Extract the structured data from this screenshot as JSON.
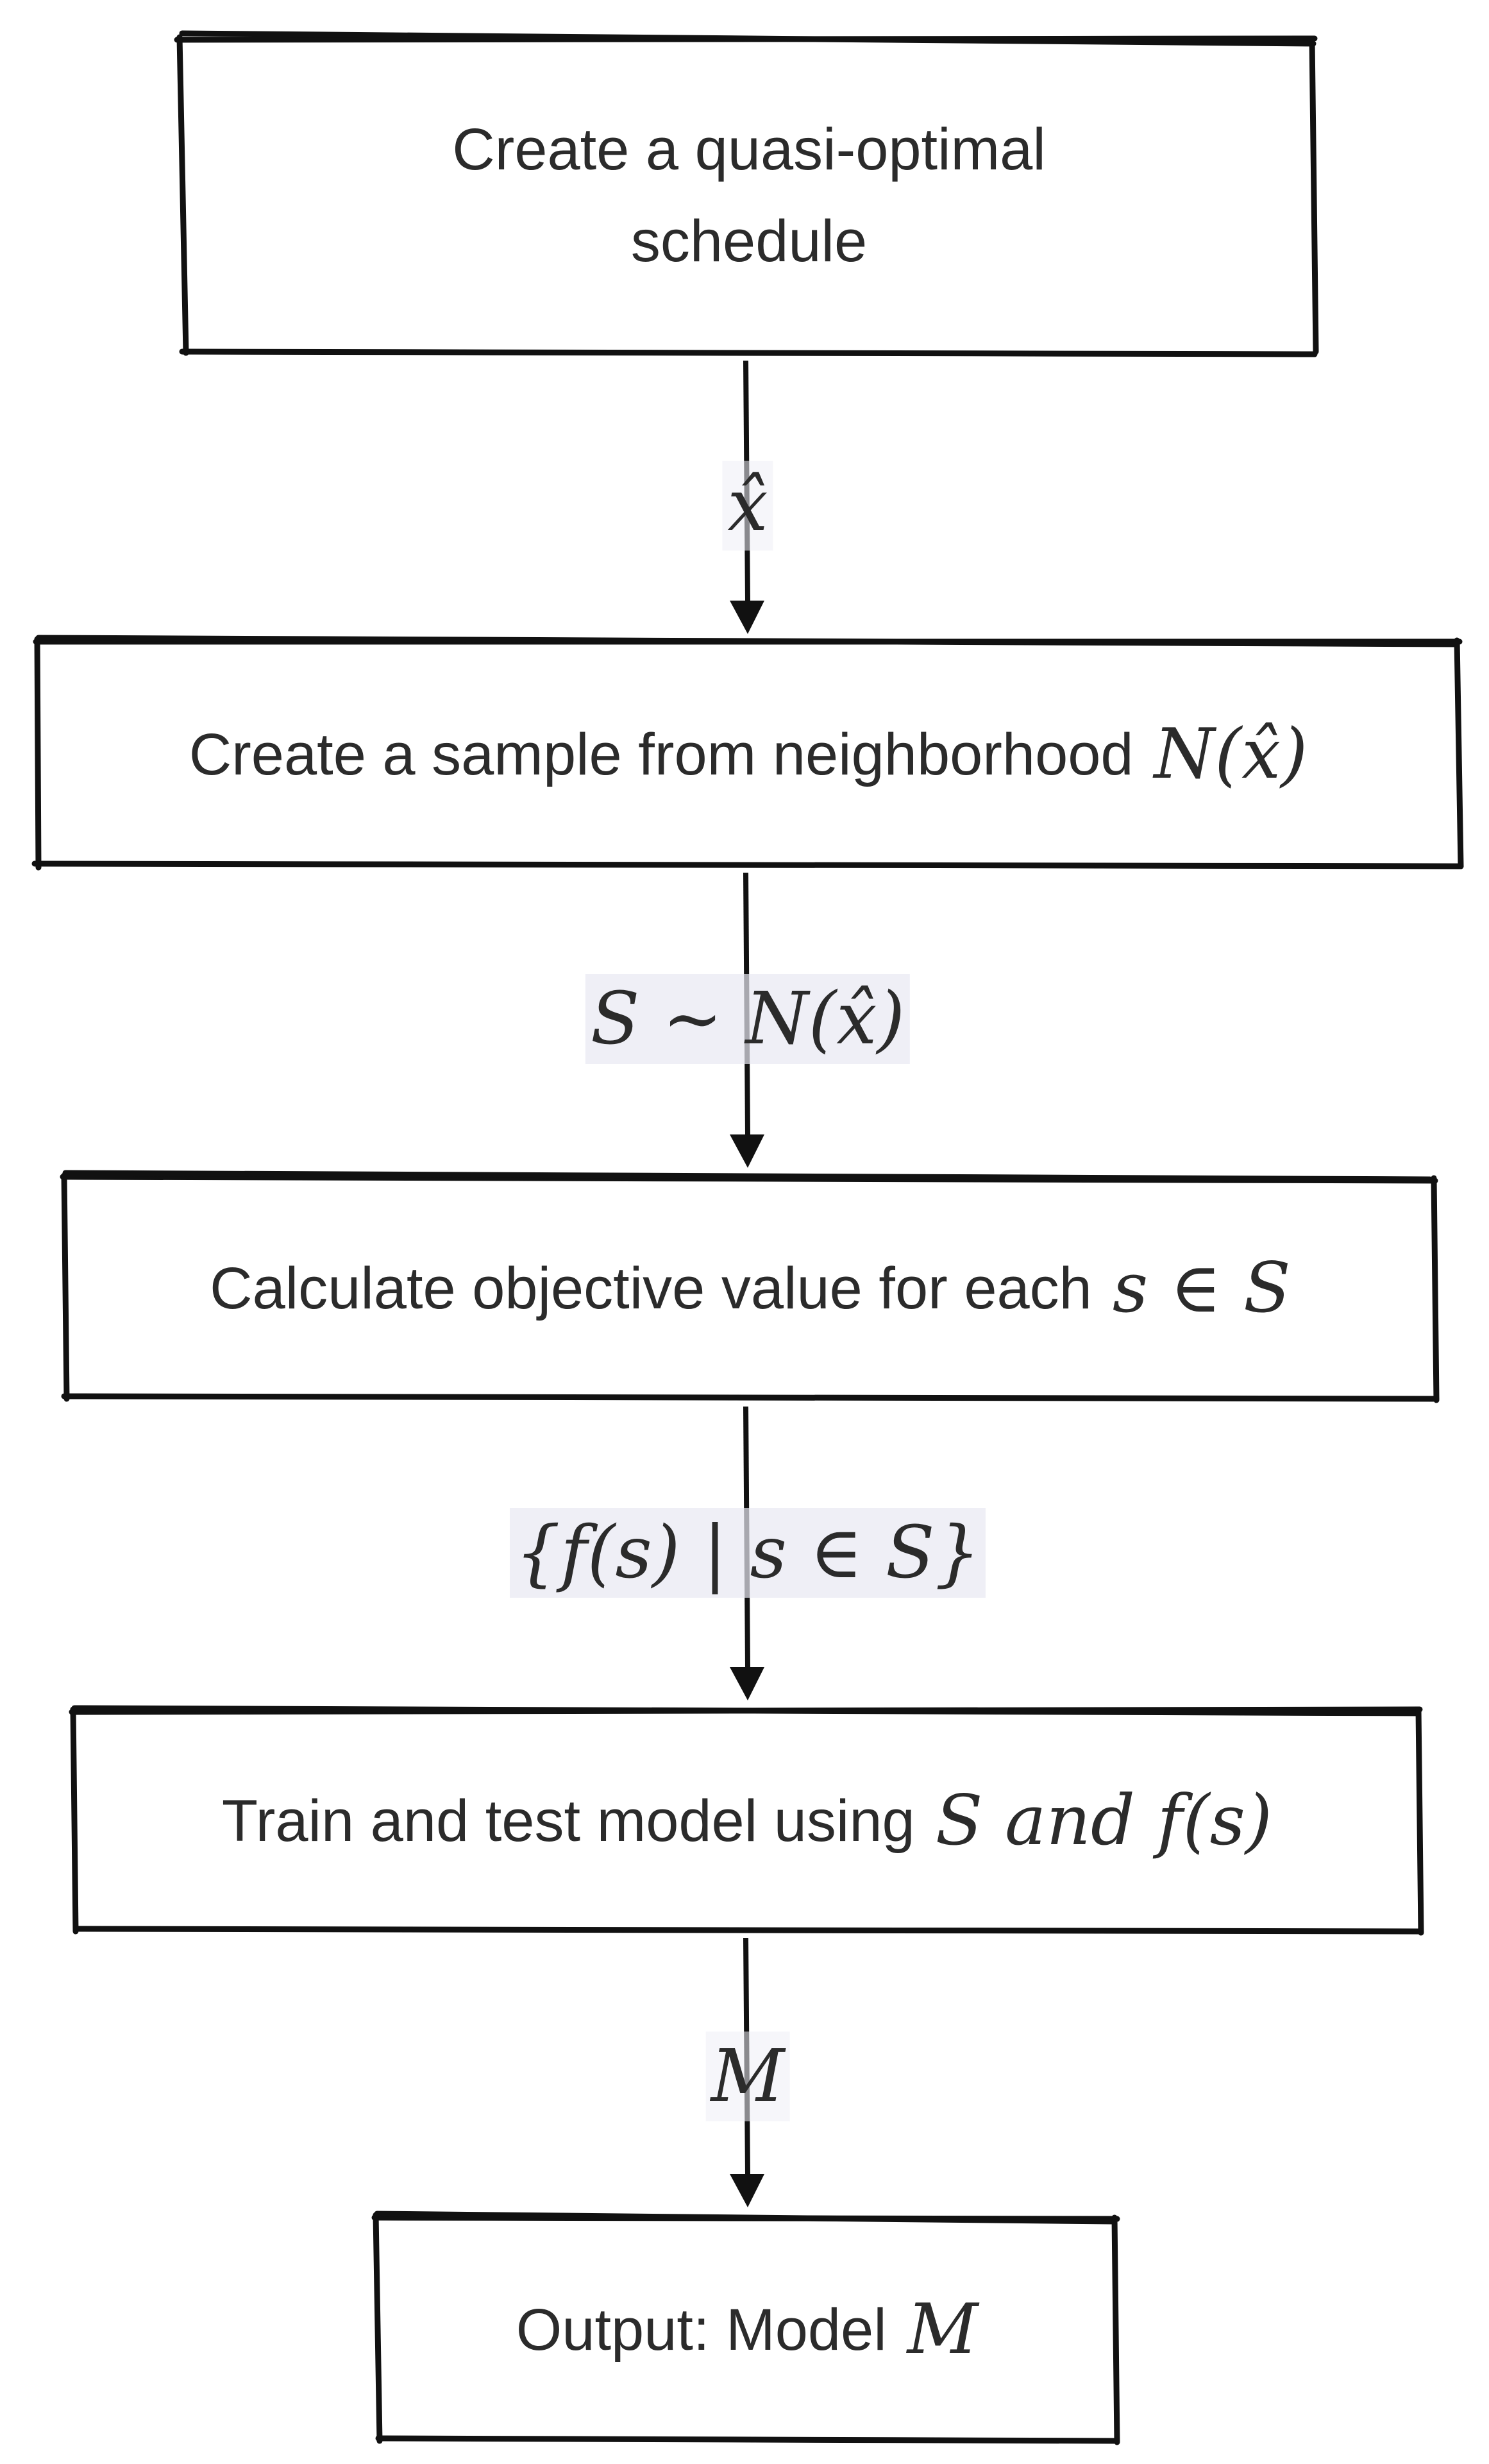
{
  "nodes": [
    {
      "id": "quasi",
      "line1": "Create a quasi-optimal",
      "line2": "schedule"
    },
    {
      "id": "sample",
      "text": "Create a sample from neighborhood",
      "math": "N(x̂)"
    },
    {
      "id": "objective",
      "text": "Calculate objective value for each",
      "math": "s ∈ S"
    },
    {
      "id": "train",
      "text": "Train and test model using",
      "math": "S and f(s)"
    },
    {
      "id": "output",
      "text": "Output: Model",
      "math": "M"
    }
  ],
  "edges": [
    {
      "from": "quasi",
      "to": "sample",
      "label": "x̂"
    },
    {
      "from": "sample",
      "to": "objective",
      "label": "S ∼ N(x̂)"
    },
    {
      "from": "objective",
      "to": "train",
      "label": "{f(s) | s ∈ S}"
    },
    {
      "from": "train",
      "to": "output",
      "label": "M"
    }
  ]
}
